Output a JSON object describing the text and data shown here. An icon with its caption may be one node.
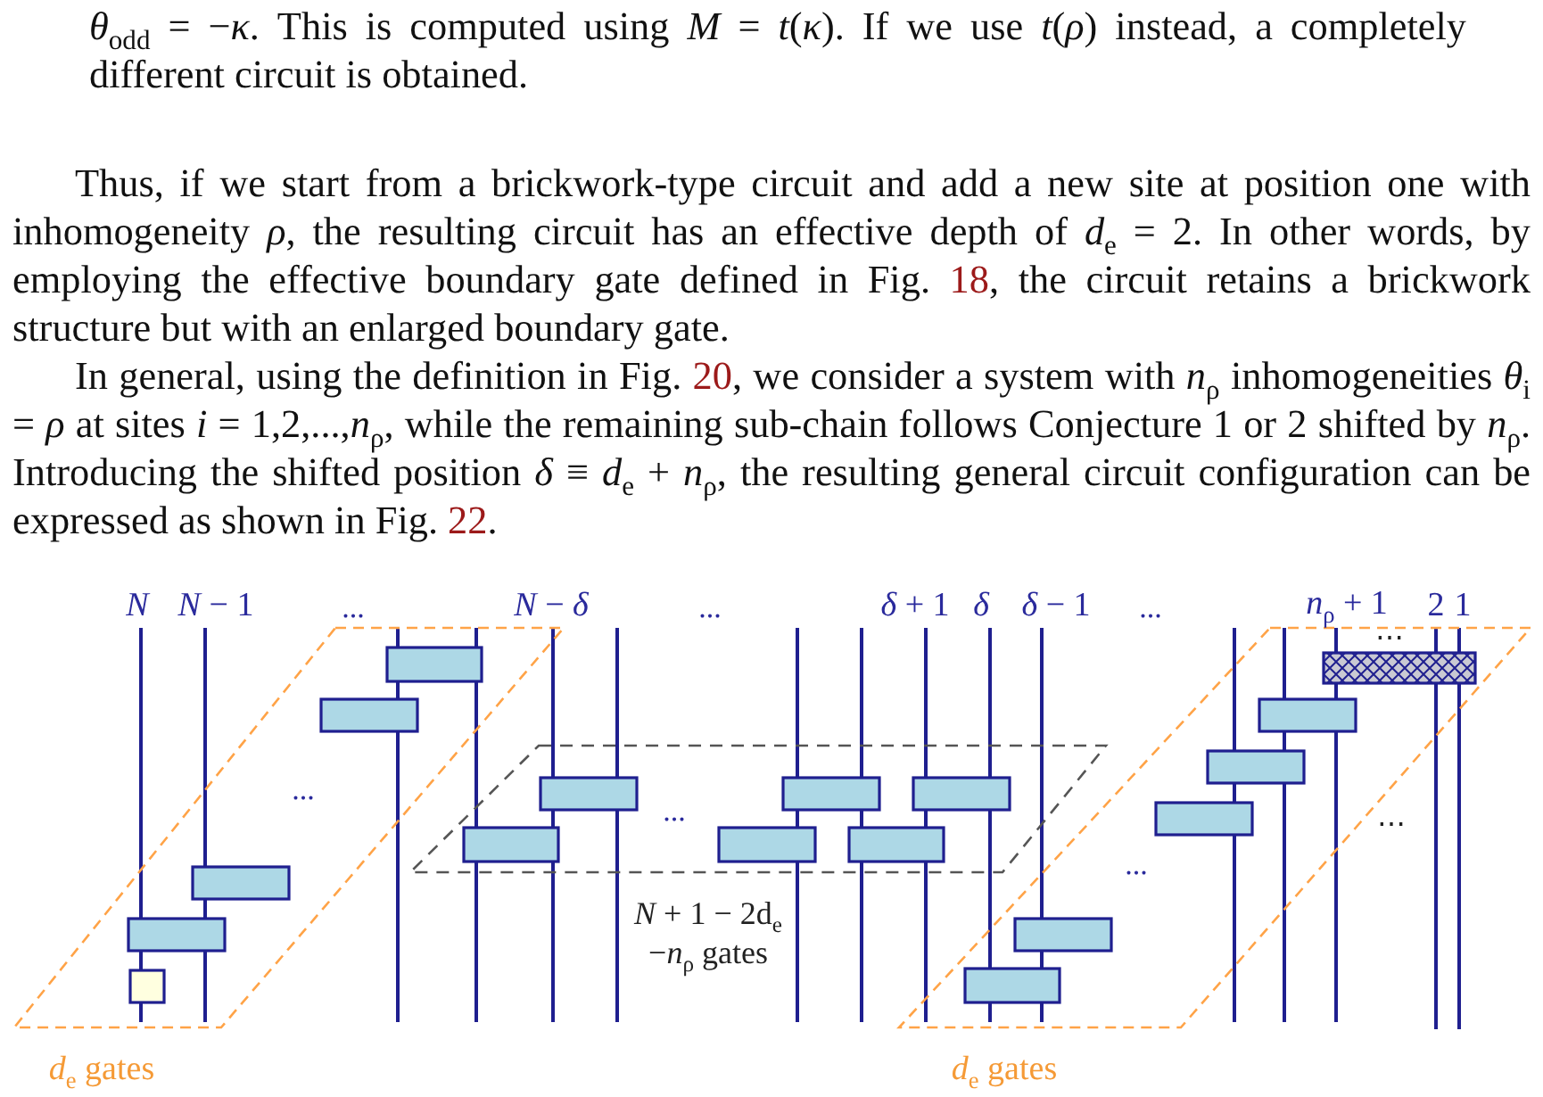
{
  "diagram": {
    "labels": [
      "*θ*$_{odd}$ = −*κ*. This is computed using *M* = *t*(*κ*). If we use *t*(*ρ*) instead, a completely different circuit is obtained.",
      "Thus, if we start from a brickwork-type circuit and add a new site at position one with inhomogeneity *ρ*, the resulting circuit has an effective depth of *d*$_{e}$ = 2. In other words, by employing the effective boundary gate defined in Fig.",
      "18",
      ", the circuit retains a brickwork structure but with an enlarged boundary gate.",
      "In general, using the definition in Fig.",
      "20",
      ", we consider a system with *n*$_{ρ}$ inhomogeneities *θ*$_{i}$ = *ρ* at sites *i* = 1,2,...,*n*$_{ρ}$, while the remaining sub-chain follows Conjecture 1 or 2 shifted by *n*$_{ρ}$. Introducing the shifted position *δ* ≡ *d*$_{e}$ + *n*$_{ρ}$, the resulting general circuit configuration can be expressed as shown in Fig.",
      "22",
      ".",
      "N",
      "*N* − 1",
      "...",
      "*N* − *δ*",
      "...",
      "*δ* + 1",
      "δ",
      "*δ* − 1",
      "...",
      "*n*$_{ρ}$ + 1",
      "2",
      "1",
      "⋯",
      "...",
      "...",
      "⋯",
      "...",
      "*N* + 1 − 2d$_{e}$ −*n*$_{ρ}$ gates",
      "*d*$_{e}$ gates",
      "*d*$_{e}$ gates"
    ]
  }
}
